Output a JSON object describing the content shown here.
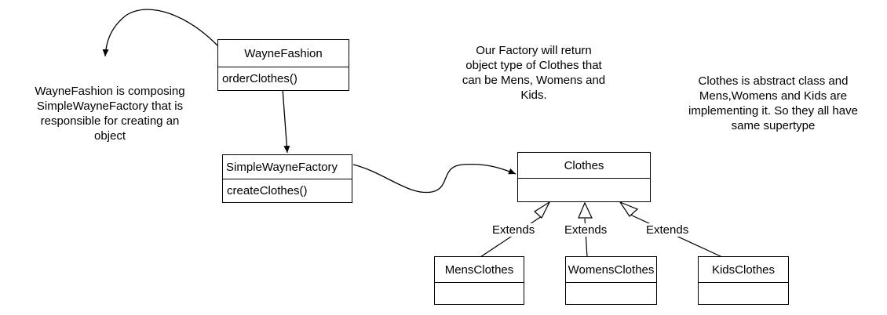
{
  "classes": {
    "wayne_fashion": {
      "name": "WayneFashion",
      "method": "orderClothes()"
    },
    "simple_wayne_factory": {
      "name": "SimpleWayneFactory",
      "method": "createClothes()"
    },
    "clothes": {
      "name": "Clothes",
      "method": ""
    },
    "mens_clothes": {
      "name": "MensClothes",
      "method": ""
    },
    "womens_clothes": {
      "name": "WomensClothes",
      "method": ""
    },
    "kids_clothes": {
      "name": "KidsClothes",
      "method": ""
    }
  },
  "notes": {
    "composing": [
      "WayneFashion is composing",
      "SimpleWayneFactory that is",
      "responsible for creating an",
      "object"
    ],
    "factory": [
      "Our Factory will return",
      "object type of Clothes that",
      "can be Mens, Womens and",
      "Kids."
    ],
    "abstract": [
      "Clothes is abstract class and",
      "Mens,Womens and Kids are",
      "implementing it. So they all have",
      "same supertype"
    ]
  },
  "relations": {
    "extends_label": "Extends"
  }
}
